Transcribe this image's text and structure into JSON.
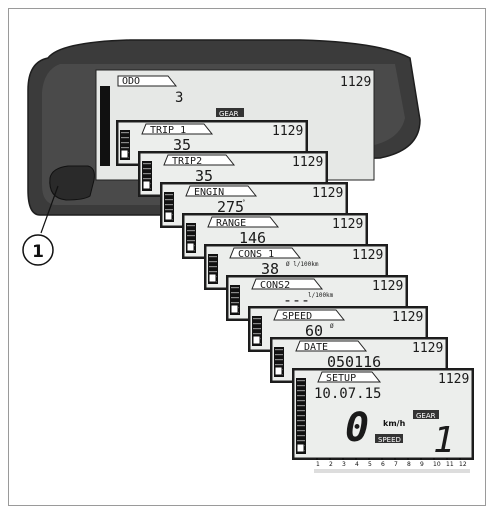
{
  "callout": {
    "number": "1"
  },
  "housing_display": {
    "tab": "ODO",
    "clock": "1129",
    "value": "3",
    "gear_badge": "GEAR"
  },
  "screens": [
    {
      "tab": "TRIP 1",
      "clock": "1129",
      "value": "35",
      "sub": ""
    },
    {
      "tab": "TRIP2",
      "clock": "1129",
      "value": "35",
      "sub": ""
    },
    {
      "tab": "ENGIN",
      "clock": "1129",
      "value": "275",
      "sub": "°"
    },
    {
      "tab": "RANGE",
      "clock": "1129",
      "value": "146",
      "sub": ""
    },
    {
      "tab": "CONS 1",
      "clock": "1129",
      "value": "38",
      "sub": "Ø l/100km"
    },
    {
      "tab": "CONS2",
      "clock": "1129",
      "value": "---",
      "sub": "l/100km"
    },
    {
      "tab": "SPEED",
      "clock": "1129",
      "value": "60",
      "sub": "Ø"
    },
    {
      "tab": "DATE",
      "clock": "1129",
      "value": "050116",
      "sub": ""
    },
    {
      "tab": "SETUP",
      "clock": "1129",
      "value": "10.07.15",
      "sub": ""
    }
  ],
  "front_screen": {
    "speed": "0",
    "speed_unit": "km/h",
    "speed_label": "SPEED",
    "gear_label": "GEAR",
    "gear": "1",
    "rpm_scale": [
      "1",
      "2",
      "3",
      "4",
      "5",
      "6",
      "7",
      "8",
      "9",
      "10",
      "11",
      "12"
    ]
  }
}
